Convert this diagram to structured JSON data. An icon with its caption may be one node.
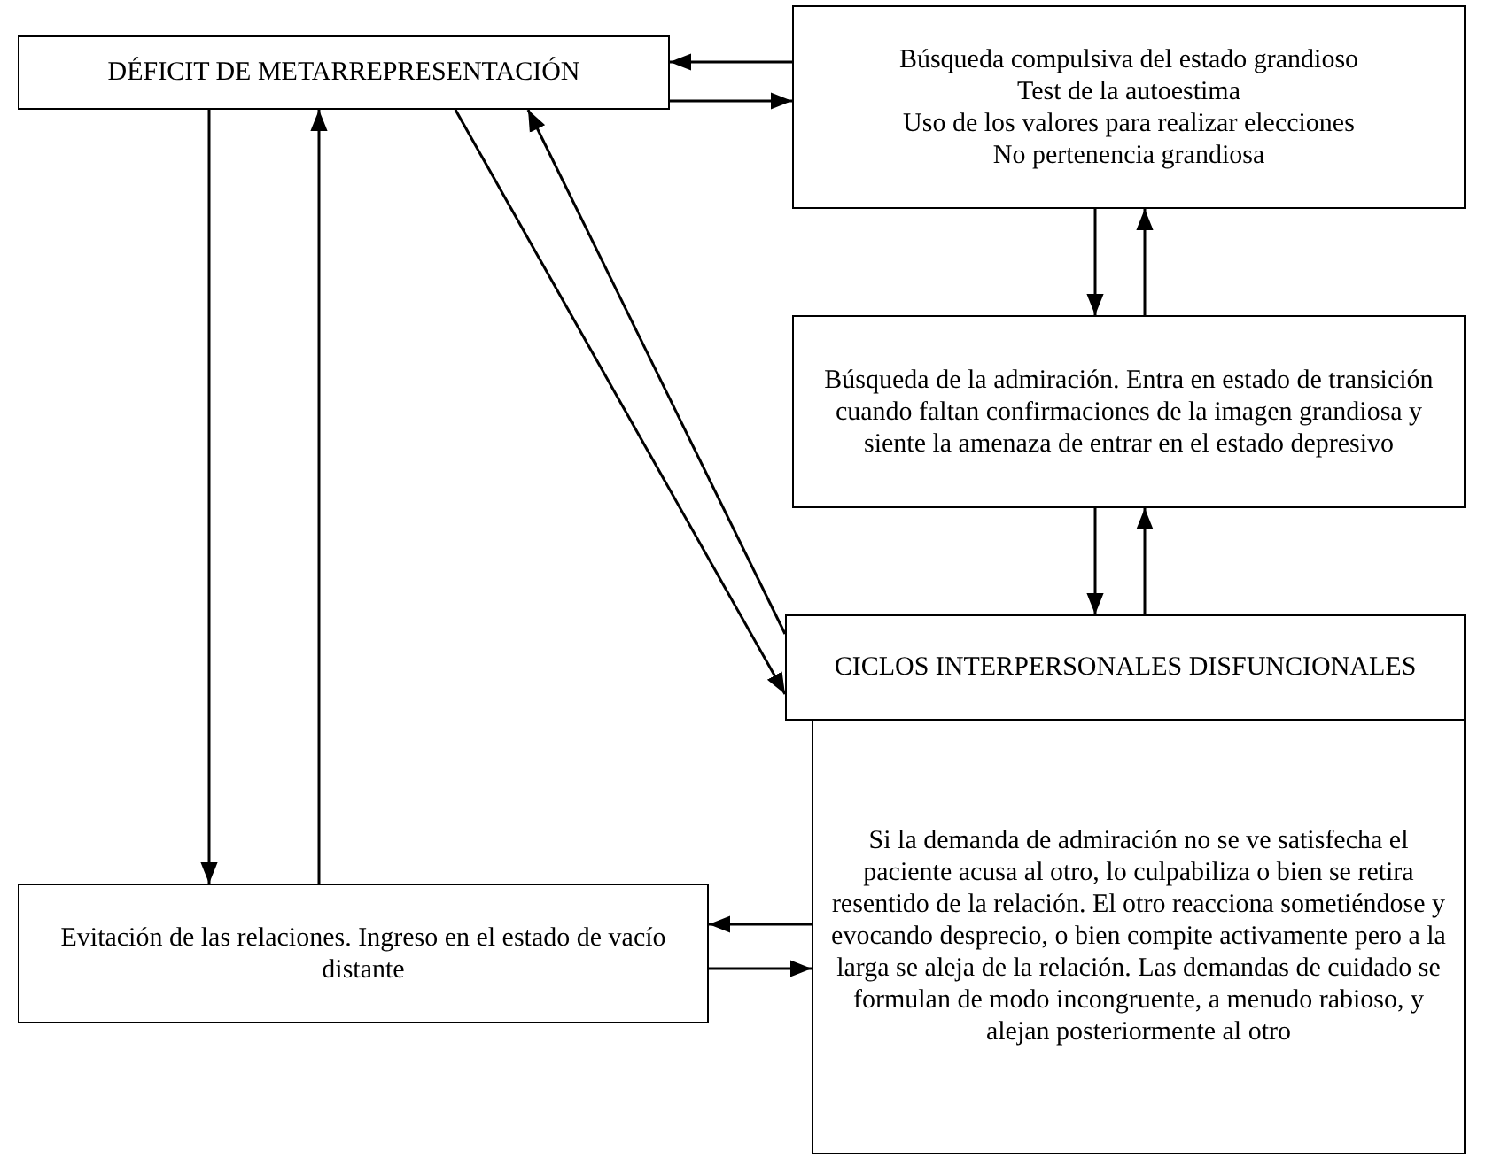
{
  "diagram": {
    "nodes": [
      {
        "text": [
          "DÉFICIT DE METARREPRESENTACIÓN"
        ]
      },
      {
        "text": [
          "Búsqueda compulsiva del estado grandioso",
          "Test de la autoestima",
          "Uso de los valores para realizar elecciones",
          "No pertenencia grandiosa"
        ]
      },
      {
        "text": [
          "Búsqueda de la admiración. Entra en estado de transición cuando faltan confirmaciones de la imagen grandiosa y siente la amenaza de entrar en el estado depresivo"
        ]
      },
      {
        "text": [
          "CICLOS INTERPERSONALES DISFUNCIONALES"
        ]
      },
      {
        "text": [
          "Si la demanda de admiración no se ve satisfecha el paciente acusa al otro, lo culpabiliza o bien se retira resentido de la relación. El otro reacciona sometiéndose y evocando desprecio, o bien compite activamente pero a la larga se aleja de la relación. Las demandas de cuidado se formulan de modo incongruente, a menudo rabioso, y alejan posteriormente al otro"
        ]
      },
      {
        "text": [
          "Evitación de las relaciones. Ingreso en el estado de vacío distante"
        ]
      }
    ],
    "edges": [
      {
        "from": 1,
        "to": 0,
        "arrow": "to"
      },
      {
        "from": 0,
        "to": 1,
        "arrow": "to"
      },
      {
        "from": 1,
        "to": 2,
        "arrow": "to"
      },
      {
        "from": 2,
        "to": 1,
        "arrow": "to"
      },
      {
        "from": 2,
        "to": 3,
        "arrow": "to"
      },
      {
        "from": 3,
        "to": 2,
        "arrow": "to"
      },
      {
        "from": 0,
        "to": 3,
        "arrow": "to"
      },
      {
        "from": 3,
        "to": 0,
        "arrow": "to"
      },
      {
        "from": 0,
        "to": 5,
        "arrow": "to"
      },
      {
        "from": 5,
        "to": 0,
        "arrow": "to"
      },
      {
        "from": 4,
        "to": 5,
        "arrow": "to"
      },
      {
        "from": 5,
        "to": 4,
        "arrow": "to"
      }
    ]
  }
}
